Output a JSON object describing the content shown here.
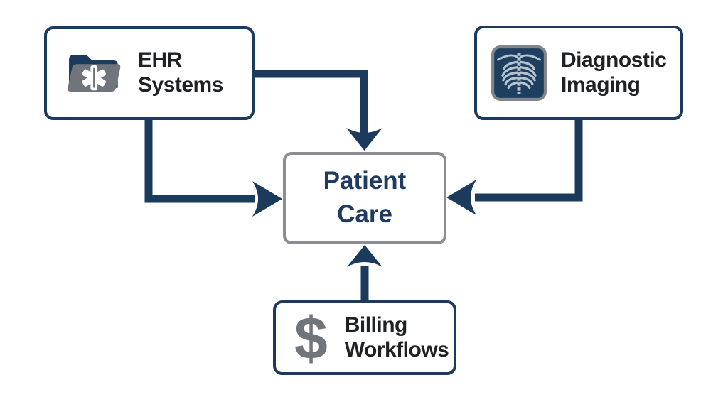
{
  "diagram": {
    "type": "flowchart",
    "nodes": {
      "ehr": {
        "label": "EHR\nSystems",
        "icon": "medical-folder-icon"
      },
      "imaging": {
        "label": "Diagnostic\nImaging",
        "icon": "xray-ribcage-icon"
      },
      "patient": {
        "label": "Patient\nCare",
        "icon": null
      },
      "billing": {
        "label": "Billing\nWorkflows",
        "icon": "dollar-icon",
        "icon_glyph": "$"
      }
    },
    "edges": [
      {
        "from": "EHR Systems",
        "to": "Patient Care"
      },
      {
        "from": "EHR Systems",
        "to": "Patient Care"
      },
      {
        "from": "Diagnostic Imaging",
        "to": "Patient Care"
      },
      {
        "from": "Billing Workflows",
        "to": "Patient Care"
      }
    ]
  },
  "colors": {
    "navy": "#1b3a5c",
    "ink": "#1f2224",
    "patient-text": "#1f3b61",
    "box-border-gray": "#8a8e92",
    "icon-gray": "#6f757b",
    "xray-bg": "#1f3f60",
    "xray-border": "#7f858a",
    "xray-bone": "#b6c3d1",
    "canvas-bg": "#ffffff"
  }
}
